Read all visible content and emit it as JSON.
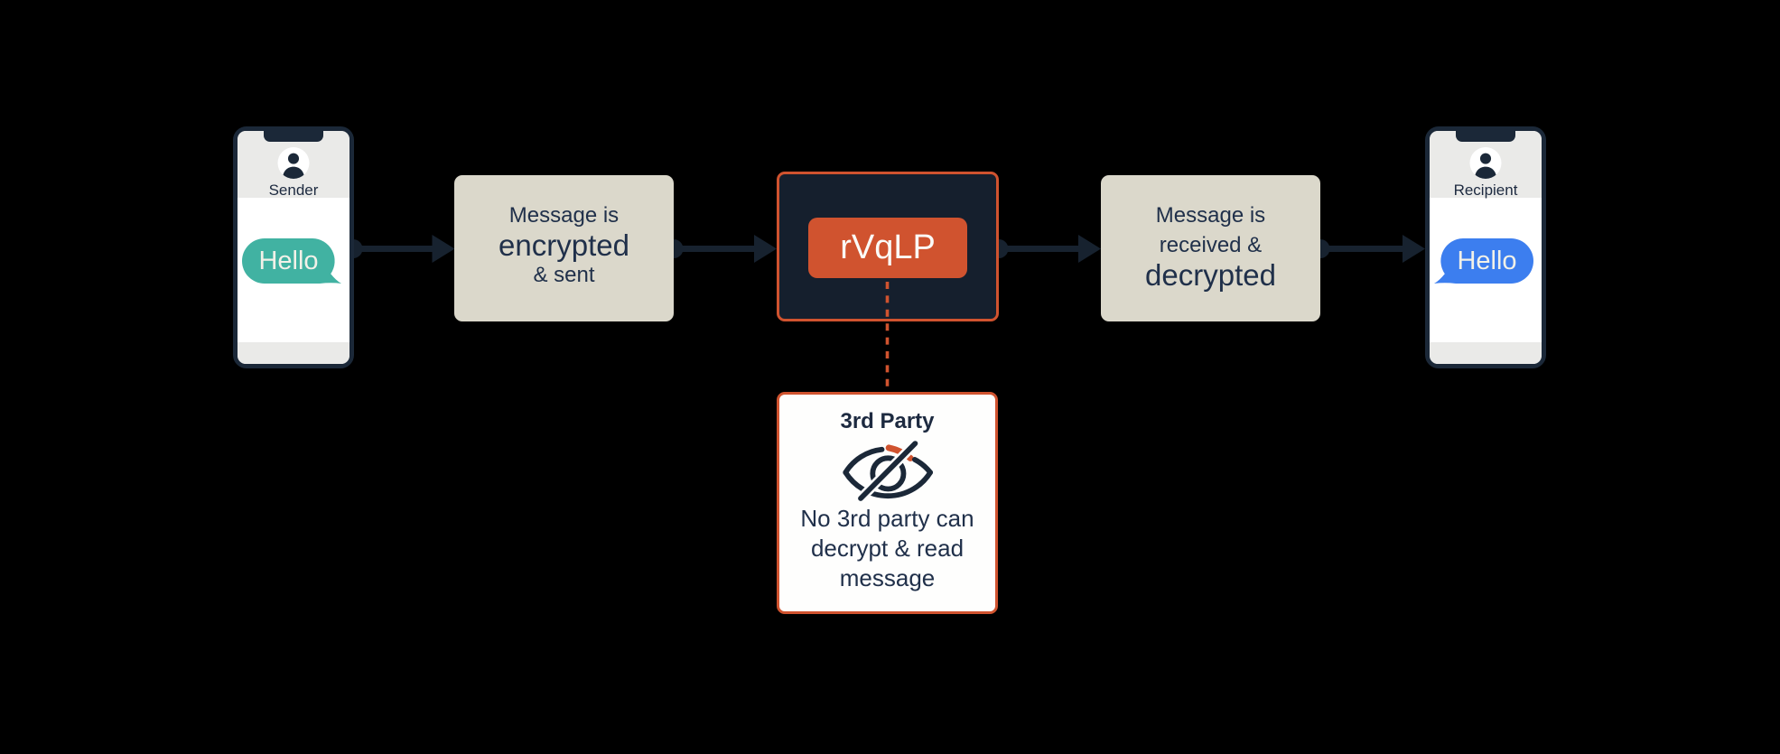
{
  "title": "End-to-end encryption diagram",
  "background_color": "#000000",
  "colors": {
    "navy": "#1B2838",
    "navy_fill": "#151F2D",
    "text_navy": "#20304A",
    "orange": "#D0532F",
    "beige": "#DBD8CB",
    "teal": "#41B2A2",
    "blue": "#3C7EEF",
    "phone_gray": "#EAEAE8",
    "white": "#FFFFFF"
  },
  "sender_phone": {
    "label": "Sender",
    "message": "Hello",
    "bubble_color": "#41B2A2"
  },
  "recipient_phone": {
    "label": "Recipient",
    "message": "Hello",
    "bubble_color": "#3C7EEF"
  },
  "encrypt_box": {
    "line1": "Message is",
    "line2": "encrypted",
    "line3": "& sent"
  },
  "cipher_box": {
    "ciphertext": "rVqLP"
  },
  "decrypt_box": {
    "line1": "Message is",
    "line2": "received &",
    "line3": "decrypted"
  },
  "third_party_box": {
    "title": "3rd Party",
    "line1": "No 3rd party can",
    "line2": "decrypt & read",
    "line3": "message"
  }
}
